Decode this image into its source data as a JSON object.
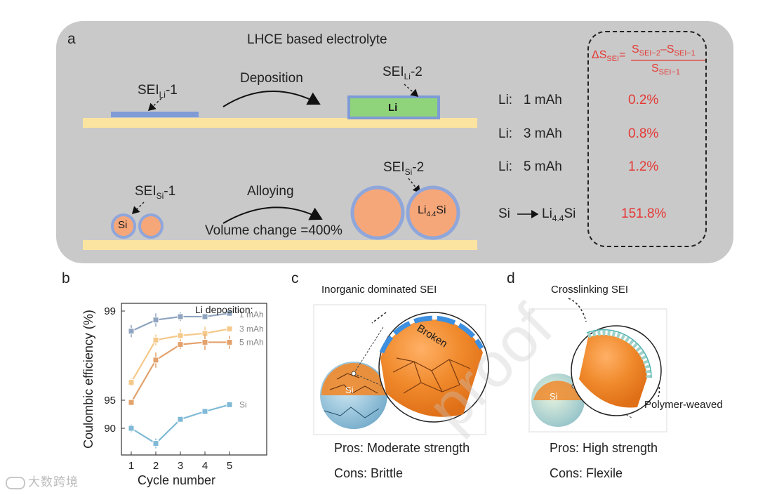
{
  "panel_a": {
    "letter": "a",
    "title": "LHCE based electrolyte",
    "sei_li_1": {
      "main": "SEI",
      "sub": "Li",
      "suffix": "-1"
    },
    "sei_li_2": {
      "main": "SEI",
      "sub": "Li",
      "suffix": "-2"
    },
    "deposition": "Deposition",
    "li_label": "Li",
    "sei_si_1": {
      "main": "SEI",
      "sub": "Si",
      "suffix": "-1"
    },
    "sei_si_2": {
      "main": "SEI",
      "sub": "Si",
      "suffix": "-2"
    },
    "alloying": "Alloying",
    "volume_change": "Volume change =400%",
    "si_label": "Si",
    "li44si_label": {
      "main": "Li",
      "sub": "4.4",
      "suffix": "Si"
    },
    "formula": {
      "delta": "ΔS",
      "delta_sub": "SEI",
      "eq": "=",
      "num_a": "S",
      "num_a_sub": "SEI−2",
      "minus": "–",
      "num_b": "S",
      "num_b_sub": "SEI−1",
      "den": "S",
      "den_sub": "SEI−1"
    },
    "rows": [
      {
        "label": "Li:   1 mAh",
        "value": "0.2%"
      },
      {
        "label": "Li:   3 mAh",
        "value": "0.8%"
      },
      {
        "label": "Li:   5 mAh",
        "value": "1.2%"
      }
    ],
    "si_row": {
      "from": "Si",
      "to_main": "Li",
      "to_sub": "4.4",
      "to_suffix": "Si",
      "value": "151.8%"
    }
  },
  "panel_b": {
    "letter": "b"
  },
  "chart_data": {
    "type": "line",
    "xlabel": "Cycle number",
    "ylabel": "Coulombic efficiency (%)",
    "x": [
      1,
      2,
      3,
      4,
      5
    ],
    "y_ticks": [
      "99",
      "95",
      "90"
    ],
    "legend_title": "Li deposition:",
    "series": [
      {
        "name": "1 mAh",
        "color": "#8fa4bf",
        "values": [
          98.1,
          98.6,
          98.75,
          98.75,
          98.9
        ],
        "err": [
          0.18,
          0.2,
          0.1,
          0.05,
          0.05
        ]
      },
      {
        "name": "3 mAh",
        "color": "#f5c98a",
        "values": [
          95.8,
          97.7,
          97.9,
          98.0,
          98.2
        ],
        "err": [
          0.08,
          0.15,
          0.2,
          0.2,
          0.05
        ]
      },
      {
        "name": "5 mAh",
        "color": "#e3a16c",
        "values": [
          94.6,
          96.8,
          97.5,
          97.6,
          97.6
        ],
        "err": [
          0.05,
          0.25,
          0.1,
          0.25,
          0.2
        ]
      },
      {
        "name": "Si",
        "color": "#7fb9d6",
        "values": [
          90.0,
          87.3,
          91.6,
          93.0,
          94.2
        ],
        "err": [
          0.3,
          0.5,
          0.15,
          0.1,
          0.1
        ]
      }
    ]
  },
  "panel_c": {
    "letter": "c",
    "callout": "Inorganic dominated SEI",
    "broken": "Broken",
    "si": "Si",
    "pros": "Pros: Moderate strength",
    "cons": "Cons: Brittle"
  },
  "panel_d": {
    "letter": "d",
    "callout": "Crosslinking SEI",
    "polymer": "Polymer-weaved",
    "si": "Si",
    "pros": "Pros: High strength",
    "cons": "Cons: Flexile"
  },
  "watermark": "大数跨境",
  "overlay_watermark": "proof"
}
